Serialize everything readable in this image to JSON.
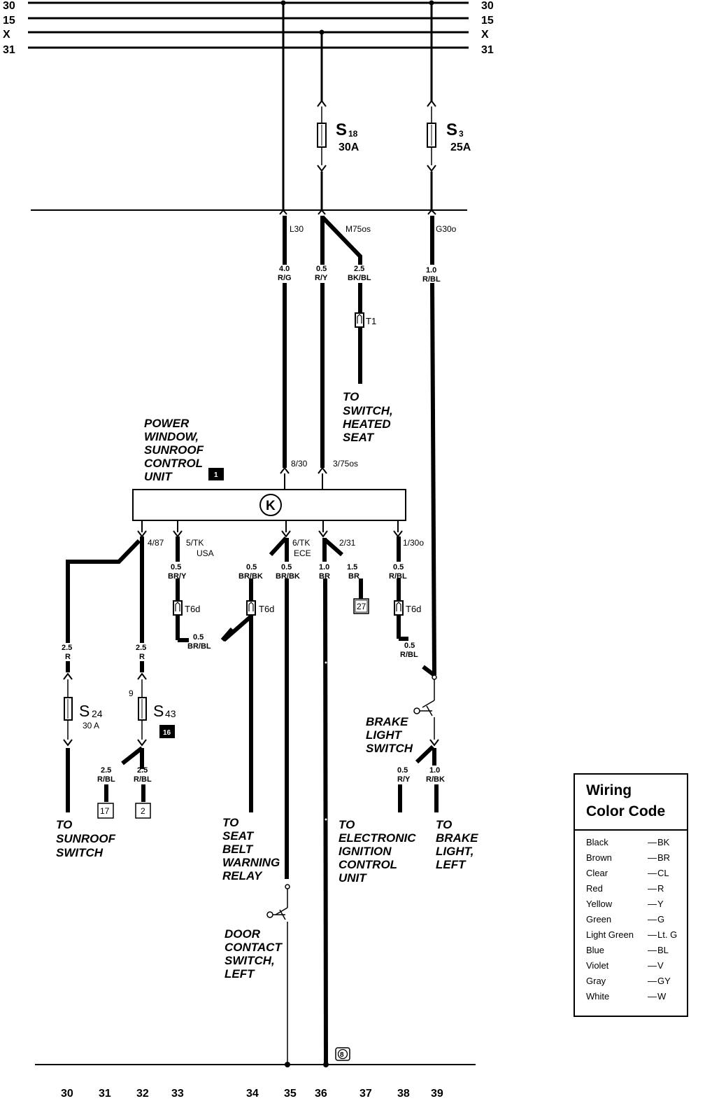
{
  "bus": {
    "left": [
      "30",
      "15",
      "X",
      "31"
    ],
    "right": [
      "30",
      "15",
      "X",
      "31"
    ]
  },
  "fuses": {
    "s18": {
      "name": "S",
      "sub": "18",
      "rating": "30A"
    },
    "s3": {
      "name": "S",
      "sub": "3",
      "rating": "25A"
    },
    "s24": {
      "name": "S",
      "sub": "24",
      "rating": "30 A"
    },
    "s43": {
      "name": "S",
      "sub": "43",
      "ref": "16",
      "mark": "9"
    }
  },
  "terminals": {
    "l30": "L30",
    "m75": "M75os",
    "g30": "G30o"
  },
  "wires": {
    "w1": {
      "size": "4.0",
      "color": "R/G"
    },
    "w2": {
      "size": "0.5",
      "color": "R/Y"
    },
    "w3": {
      "size": "2.5",
      "color": "BK/BL"
    },
    "w4": {
      "size": "1.0",
      "color": "R/BL"
    },
    "w5": {
      "size": "0.5",
      "color": "BR/Y"
    },
    "w6": {
      "size": "0.5",
      "color": "BR/BK"
    },
    "w7": {
      "size": "0.5",
      "color": "BR/BK"
    },
    "w8": {
      "size": "1.0",
      "color": "BR"
    },
    "w9": {
      "size": "1.5",
      "color": "BR"
    },
    "w10": {
      "size": "0.5",
      "color": "R/BL"
    },
    "w11": {
      "size": "0.5",
      "color": "BR/BL"
    },
    "w12": {
      "size": "0.5",
      "color": "R/BL"
    },
    "w13": {
      "size": "2.5",
      "color": "R"
    },
    "w14": {
      "size": "2.5",
      "color": "R"
    },
    "w15": {
      "size": "2.5",
      "color": "R/BL"
    },
    "w16": {
      "size": "2.5",
      "color": "R/BL"
    },
    "w17": {
      "size": "0.5",
      "color": "R/Y"
    },
    "w18": {
      "size": "1.0",
      "color": "R/BK"
    }
  },
  "connectors": {
    "t1": "T1",
    "t6d_a": "T6d",
    "t6d_b": "T6d",
    "t6d_c": "T6d"
  },
  "pins": {
    "p8_30": "8/30",
    "p3_75": "3/75os",
    "p4_87": "4/87",
    "p5_tk": "5/TK",
    "p5_usa": "USA",
    "p6_tk": "6/TK",
    "p6_ece": "ECE",
    "p2_31": "2/31",
    "p1_30": "1/30o"
  },
  "control_unit": {
    "lines": [
      "POWER",
      "WINDOW,",
      "SUNROOF",
      "CONTROL",
      "UNIT"
    ],
    "ref": "1",
    "symbol": "K"
  },
  "captions": {
    "heated_seat": [
      "TO",
      "SWITCH,",
      "HEATED",
      "SEAT"
    ],
    "sunroof": [
      "TO",
      "SUNROOF",
      "SWITCH"
    ],
    "seat_belt": [
      "TO",
      "SEAT",
      "BELT",
      "WARNING",
      "RELAY"
    ],
    "ignition": [
      "TO",
      "ELECTRONIC",
      "IGNITION",
      "CONTROL",
      "UNIT"
    ],
    "brake_left": [
      "TO",
      "BRAKE",
      "LIGHT,",
      "LEFT"
    ],
    "brake_switch": [
      "BRAKE",
      "LIGHT",
      "SWITCH"
    ],
    "door_switch": [
      "DOOR",
      "CONTACT",
      "SWITCH,",
      "LEFT"
    ]
  },
  "ref_boxes": {
    "r27": "27",
    "r17": "17",
    "r2": "2"
  },
  "ground_ref": "8",
  "columns": [
    "30",
    "31",
    "32",
    "33",
    "34",
    "35",
    "36",
    "37",
    "38",
    "39"
  ],
  "legend": {
    "title": [
      "Wiring",
      "Color Code"
    ],
    "rows": [
      {
        "name": "Black",
        "code": "BK"
      },
      {
        "name": "Brown",
        "code": "BR"
      },
      {
        "name": "Clear",
        "code": "CL"
      },
      {
        "name": "Red",
        "code": "R"
      },
      {
        "name": "Yellow",
        "code": "Y"
      },
      {
        "name": "Green",
        "code": "G"
      },
      {
        "name": "Light Green",
        "code": "Lt. G"
      },
      {
        "name": "Blue",
        "code": "BL"
      },
      {
        "name": "Violet",
        "code": "V"
      },
      {
        "name": "Gray",
        "code": "GY"
      },
      {
        "name": "White",
        "code": "W"
      }
    ]
  }
}
